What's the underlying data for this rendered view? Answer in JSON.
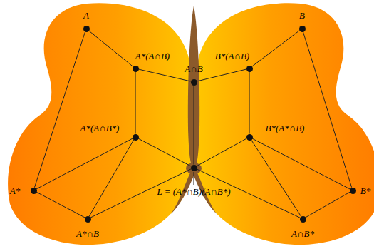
{
  "diagram": {
    "nodes": [
      {
        "text": [
          "A"
        ]
      },
      {
        "text": [
          "B"
        ]
      },
      {
        "text": [
          "A*(A∩B)"
        ]
      },
      {
        "text": [
          "B*(A∩B)"
        ]
      },
      {
        "text": [
          "A∩B"
        ]
      },
      {
        "text": [
          "A*(A∩B*)"
        ]
      },
      {
        "text": [
          "B*(A*∩B)"
        ]
      },
      {
        "text": [
          "A*"
        ]
      },
      {
        "text": [
          "B*"
        ]
      },
      {
        "text": [
          "L = (A*∩B)(A∩B*)"
        ]
      },
      {
        "text": [
          "A*∩B"
        ]
      },
      {
        "text": [
          "A∩B*"
        ]
      }
    ],
    "edges": [
      {
        "from": 0,
        "to": 2,
        "arrow": "none"
      },
      {
        "from": 0,
        "to": 7,
        "arrow": "none"
      },
      {
        "from": 2,
        "to": 4,
        "arrow": "none"
      },
      {
        "from": 2,
        "to": 5,
        "arrow": "none"
      },
      {
        "from": 5,
        "to": 7,
        "arrow": "none"
      },
      {
        "from": 5,
        "to": 10,
        "arrow": "none"
      },
      {
        "from": 5,
        "to": 9,
        "arrow": "none"
      },
      {
        "from": 7,
        "to": 10,
        "arrow": "none"
      },
      {
        "from": 10,
        "to": 9,
        "arrow": "none"
      },
      {
        "from": 4,
        "to": 9,
        "arrow": "none"
      },
      {
        "from": 1,
        "to": 3,
        "arrow": "none"
      },
      {
        "from": 1,
        "to": 8,
        "arrow": "none"
      },
      {
        "from": 3,
        "to": 4,
        "arrow": "none"
      },
      {
        "from": 3,
        "to": 6,
        "arrow": "none"
      },
      {
        "from": 6,
        "to": 8,
        "arrow": "none"
      },
      {
        "from": 6,
        "to": 11,
        "arrow": "none"
      },
      {
        "from": 6,
        "to": 9,
        "arrow": "none"
      },
      {
        "from": 8,
        "to": 11,
        "arrow": "none"
      },
      {
        "from": 11,
        "to": 9,
        "arrow": "none"
      }
    ]
  }
}
